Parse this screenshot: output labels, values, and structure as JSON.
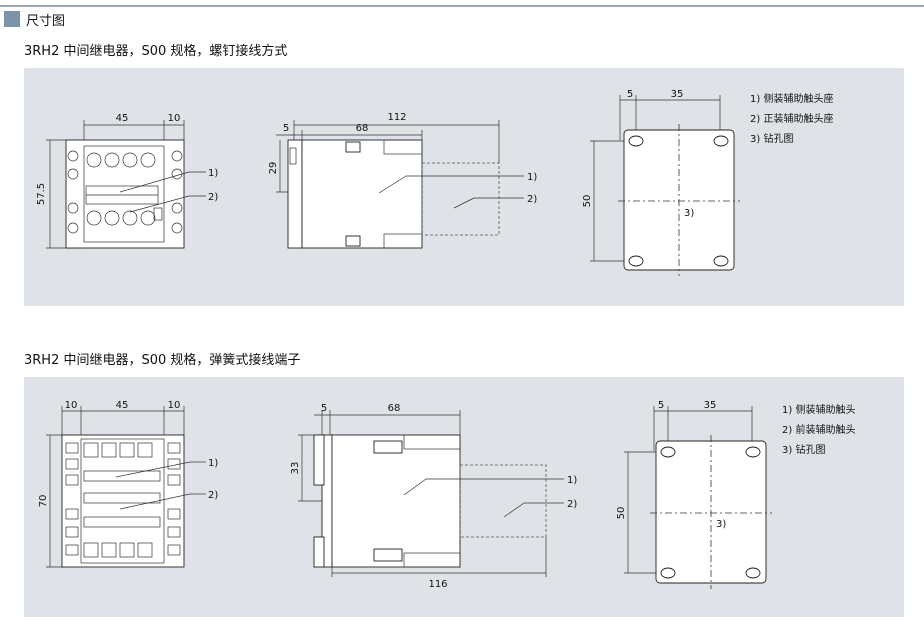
{
  "section": {
    "title": "尺寸图"
  },
  "top": {
    "subtitle": "3RH2 中间继电器，S00 规格，螺钉接线方式",
    "front": {
      "w": "45",
      "side": "10",
      "h": "57.5",
      "c1": "1)",
      "c2": "2)"
    },
    "side": {
      "a": "5",
      "b": "68",
      "total": "112",
      "h": "29",
      "c1": "1)",
      "c2": "2)"
    },
    "drill": {
      "a": "5",
      "b": "35",
      "h": "50",
      "c3": "3)"
    },
    "legend": [
      "1) 侧装辅助触头座",
      "2) 正装辅助触头座",
      "3) 钻孔图"
    ]
  },
  "bottom": {
    "subtitle": "3RH2 中间继电器，S00 规格，弹簧式接线端子",
    "front": {
      "side_left": "10",
      "w": "45",
      "side_right": "10",
      "h": "70",
      "c1": "1)",
      "c2": "2)"
    },
    "side": {
      "a": "5",
      "b": "68",
      "total": "116",
      "h": "33",
      "c1": "1)",
      "c2": "2)"
    },
    "drill": {
      "a": "5",
      "b": "35",
      "h": "50",
      "c3": "3)"
    },
    "legend": [
      "1) 侧装辅助触头",
      "2) 前装辅助触头",
      "3) 钻孔图"
    ]
  }
}
